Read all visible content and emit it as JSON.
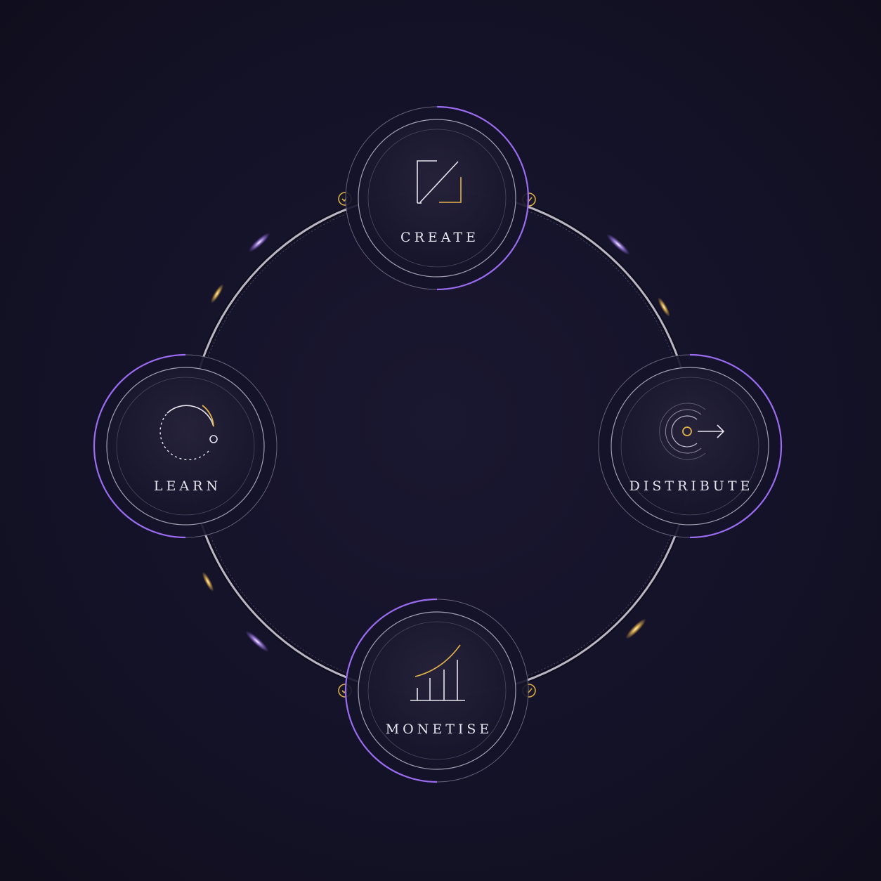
{
  "stages": [
    {
      "id": "create",
      "label": "CREATE",
      "icon": "square-slash-icon"
    },
    {
      "id": "distribute",
      "label": "DISTRIBUTE",
      "icon": "target-arrow-icon"
    },
    {
      "id": "monetise",
      "label": "MONETISE",
      "icon": "growth-bars-icon"
    },
    {
      "id": "learn",
      "label": "LEARN",
      "icon": "cycle-loop-icon"
    }
  ],
  "colors": {
    "background": "#15132a",
    "ring": "#d8d4e4",
    "accent_purple": "#9a6cf0",
    "accent_gold": "#e2b24a",
    "label": "#e6e3ee"
  }
}
